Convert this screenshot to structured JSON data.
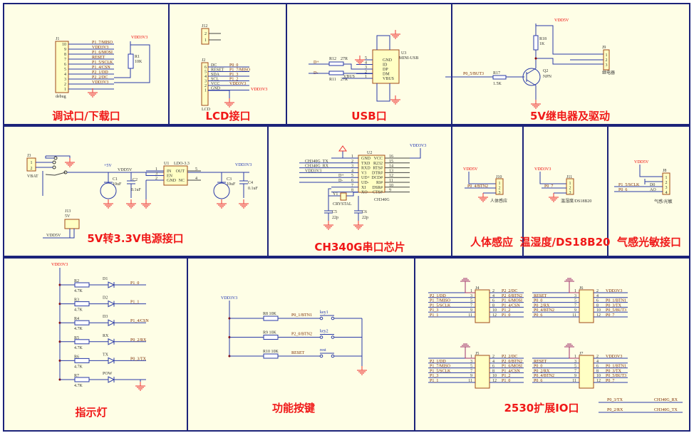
{
  "colors": {
    "panel_bg": "#fefee6",
    "border": "#1c237a",
    "title": "#f01818",
    "wire": "#2a3aa8",
    "component": "#a04a1a"
  },
  "debug": {
    "title": "调试口/下载口",
    "ref": "J1",
    "name": "debug",
    "pins": [
      "10",
      "9",
      "8",
      "7",
      "6",
      "5",
      "4",
      "3",
      "2",
      "1"
    ],
    "nets": [
      "P1_7/MISO",
      "VDD3V3",
      "P1_6/MOSI",
      "RESET",
      "P1_5/SCLK",
      "P1_4/CSN",
      "P2_1/DD",
      "P2_2/DC",
      "VDD3V3",
      ""
    ],
    "resistor": {
      "ref": "R1",
      "value": "10K"
    },
    "power": "VDD3V3"
  },
  "lcd": {
    "title": "LCD接口",
    "j12": {
      "ref": "J12",
      "pins": [
        "2",
        "1"
      ]
    },
    "j2": {
      "ref": "J2",
      "name": "LCD",
      "pins": [
        "6",
        "5",
        "4",
        "3",
        "2",
        "1"
      ],
      "signals": [
        "DC",
        "RESET",
        "SDA",
        "SCL",
        "VCC",
        "GND"
      ],
      "nets": [
        "P0_0",
        "P1_7/MISO",
        "P1_3",
        "P1_2",
        "VDD3V3",
        ""
      ]
    },
    "power": "VDD3V3"
  },
  "usb": {
    "title": "USB口",
    "ref": "U3",
    "name": "MINI-USB",
    "signals": [
      "GND",
      "ID",
      "DP",
      "DM",
      "VBUS"
    ],
    "pins": [
      "5",
      "4",
      "3",
      "2",
      "1"
    ],
    "dplus": "D+",
    "dminus": "D-",
    "r12": {
      "ref": "R12",
      "value": "27R"
    },
    "r11": {
      "ref": "R11",
      "value": "27R"
    },
    "vbus": "VBUS"
  },
  "relay": {
    "title": "5V继电器及驱动",
    "power": "VDD5V",
    "r18": {
      "ref": "R18",
      "value": "1K"
    },
    "r17": {
      "ref": "R17",
      "value": "1.5K"
    },
    "q2": {
      "ref": "Q2",
      "type": "NPN"
    },
    "net": "P0_5/BUT3",
    "j9": {
      "ref": "J9",
      "pins": [
        "1",
        "2",
        "3"
      ],
      "name": "继电器"
    }
  },
  "power": {
    "title": "5V转3.3V电源接口",
    "j3": {
      "ref": "J3",
      "pins": [
        "1",
        "2"
      ],
      "name": "VBAT"
    },
    "plus5": "+5V",
    "vdd5": "VDD5V",
    "c1": {
      "ref": "C1",
      "value": "10uF"
    },
    "c2": {
      "ref": "C2",
      "value": "0.1uF"
    },
    "u1": {
      "ref": "U1",
      "name": "LDO-3.3",
      "left": [
        "IN",
        "EN",
        "GND"
      ],
      "right": [
        "OUT",
        "NC"
      ],
      "lpins": [
        "1",
        "3",
        "2"
      ],
      "rpins": [
        "5",
        "4"
      ]
    },
    "c3": {
      "ref": "C3",
      "value": "10uF"
    },
    "c4": {
      "ref": "C4",
      "value": "0.1uF"
    },
    "vdd33": "VDD3V3",
    "j13": {
      "ref": "J13",
      "name": "5V",
      "net": "VDD5V"
    }
  },
  "ch340": {
    "title": "CH340G串口芯片",
    "ref": "U2",
    "name": "CH340G",
    "power": "VDD3V3",
    "left": [
      "GND",
      "TXD",
      "RXD",
      "V3",
      "UD+",
      "UD-",
      "XI",
      "XO"
    ],
    "lpins": [
      "1",
      "2",
      "3",
      "4",
      "5",
      "6",
      "7",
      "8"
    ],
    "right": [
      "VCC",
      "R232",
      "RTS#",
      "DTR#",
      "DCD#",
      "RI#",
      "DSR#",
      "CTS#"
    ],
    "rpins": [
      "16",
      "15",
      "14",
      "13",
      "12",
      "11",
      "10",
      "9"
    ],
    "lnets": [
      "",
      "CH340G_TX",
      "CH340G_RX",
      "VDD3V3",
      "D+",
      "D-",
      "",
      ""
    ],
    "y1": {
      "ref": "Y1",
      "name": "CRYSTAL"
    },
    "c5": {
      "ref": "C5",
      "value": "22p"
    },
    "c6": {
      "ref": "C6",
      "value": "22p"
    }
  },
  "pir": {
    "title": "人体感应",
    "power": "VDD5V",
    "ref": "J10",
    "pins": [
      "1",
      "2",
      "3"
    ],
    "net": "P0_4/BTN2",
    "name": "人体感应"
  },
  "temp": {
    "title": "温湿度/DS18B20",
    "power": "VDD3V3",
    "ref": "J11",
    "pins": [
      "1",
      "2",
      "3"
    ],
    "net": "P0_7",
    "name": "温湿度/DS18B20"
  },
  "gas": {
    "title": "气感光敏接口",
    "power": "VDD5V",
    "ref": "J8",
    "pins": [
      "1",
      "2",
      "3",
      "4"
    ],
    "nets": [
      "P1_5/SCLK",
      "P0_6"
    ],
    "signals": [
      "D0",
      "AO"
    ],
    "name": "气感/光敏"
  },
  "leds": {
    "title": "指示灯",
    "power": "VDD3V3",
    "rows": [
      {
        "r": "R2",
        "value": "4.7K",
        "d": "D1",
        "net": "P1_0"
      },
      {
        "r": "R3",
        "value": "4.7K",
        "d": "D2",
        "net": "P1_1"
      },
      {
        "r": "R4",
        "value": "4.7K",
        "d": "D3",
        "net": "P1_4/CSN"
      },
      {
        "r": "R5",
        "value": "4.7K",
        "d": "RX",
        "net": "P0_2/RX"
      },
      {
        "r": "R6",
        "value": "4.7K",
        "d": "TX",
        "net": "P0_3/TX"
      },
      {
        "r": "R7",
        "value": "4.7K",
        "d": "POW",
        "net": ""
      }
    ]
  },
  "buttons": {
    "title": "功能按键",
    "power": "VDD3V3",
    "rows": [
      {
        "r": "R8  10K",
        "net": "P0_1/BTN1",
        "key": "key1"
      },
      {
        "r": "R9  10K",
        "net": "P2_0/BTN2",
        "key": "key2"
      },
      {
        "r": "R10 10K",
        "net": "RESET",
        "key": "rest"
      }
    ]
  },
  "expansion": {
    "title": "2530扩展IO口",
    "headers": [
      {
        "ref": "J4",
        "lpins": [
          "1",
          "3",
          "5",
          "7",
          "9",
          "11"
        ],
        "lnets": [
          "",
          "P2_1/DD",
          "P1_7/MISO",
          "P1_5/SCLK",
          "P1_3",
          "P1_1"
        ],
        "rpins": [
          "2",
          "4",
          "6",
          "8",
          "10",
          "12"
        ],
        "rnets": [
          "P2_2/DC",
          "P2_0/BTN2",
          "P1_6/MOSI",
          "P1_4/CSN",
          "P1_2",
          "P1_0"
        ]
      },
      {
        "ref": "J6",
        "lpins": [
          "1",
          "3",
          "5",
          "7",
          "9",
          "11"
        ],
        "lnets": [
          "",
          "RESET",
          "P0_0",
          "P0_2/RX",
          "P0_4/BTN2",
          "P0_6"
        ],
        "rpins": [
          "2",
          "4",
          "6",
          "8",
          "10",
          "12"
        ],
        "rnets": [
          "VDD3V3",
          "",
          "P0_1/BTN1",
          "P0_3/TX",
          "P0_5/BUT3",
          "P0_7"
        ]
      },
      {
        "ref": "J5",
        "lpins": [
          "1",
          "3",
          "5",
          "7",
          "9",
          "11"
        ],
        "lnets": [
          "",
          "P2_1/DD",
          "P1_7/MISO",
          "P1_5/SCLK",
          "P1_3",
          "P1_1"
        ],
        "rpins": [
          "2",
          "4",
          "6",
          "8",
          "10",
          "12"
        ],
        "rnets": [
          "P2_2/DC",
          "P2_0/BTN2",
          "P1_6/MOSI",
          "P1_4/CSN",
          "P1_2",
          "P1_0"
        ]
      },
      {
        "ref": "J7",
        "lpins": [
          "1",
          "3",
          "5",
          "7",
          "9",
          "11"
        ],
        "lnets": [
          "",
          "RESET",
          "P0_0",
          "P0_2/RX",
          "P0_4/BTN2",
          "P0_6"
        ],
        "rpins": [
          "2",
          "4",
          "6",
          "8",
          "10",
          "12"
        ],
        "rnets": [
          "VDD3V3",
          "",
          "P0_1/BTN1",
          "P0_3/TX",
          "P0_5/BUT3",
          "P0_7"
        ]
      }
    ],
    "ties": [
      {
        "from": "P0_3/TX",
        "to": "CH340G_RX"
      },
      {
        "from": "P0_2/RX",
        "to": "CH340G_TX"
      }
    ]
  }
}
